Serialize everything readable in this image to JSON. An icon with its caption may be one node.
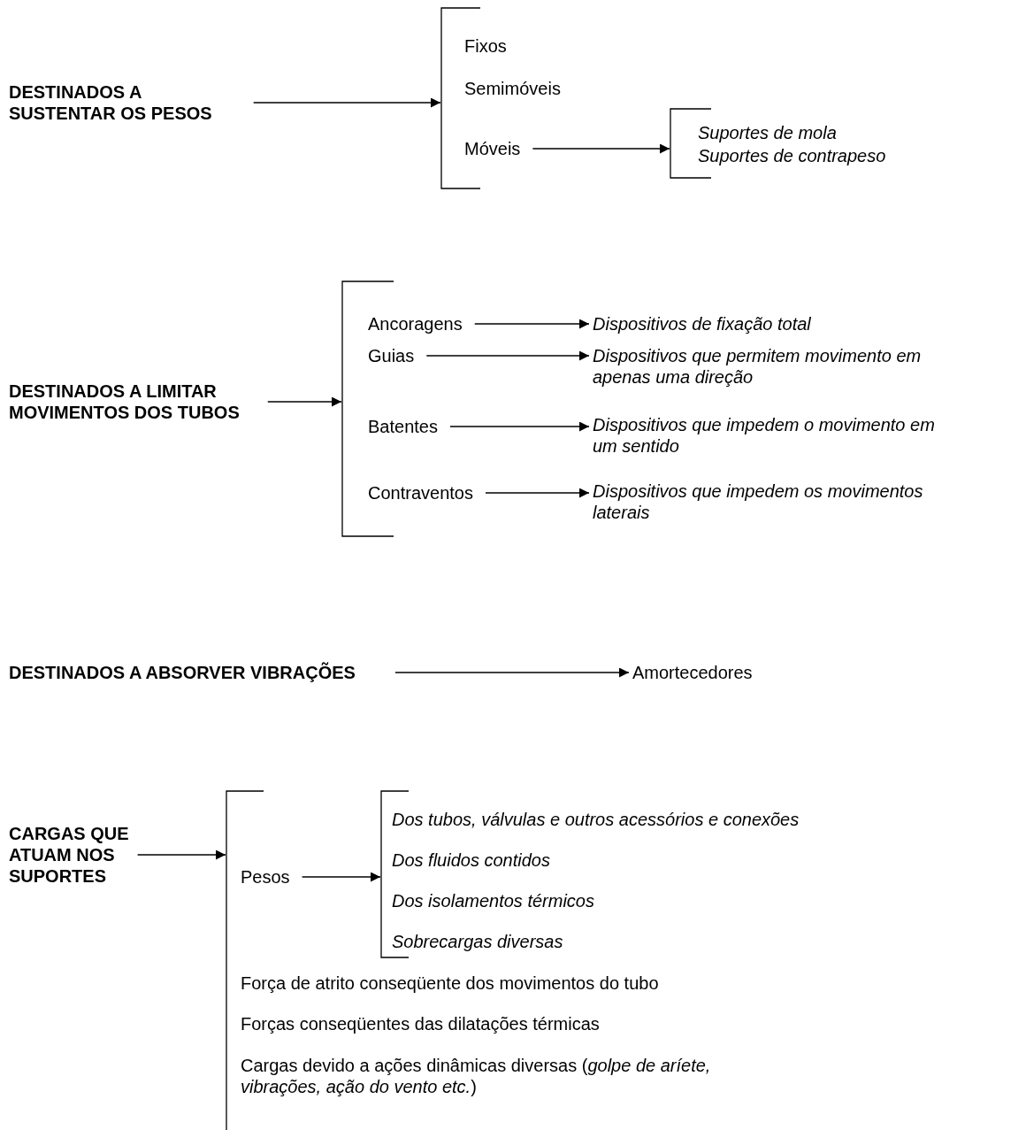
{
  "diagram": {
    "nodes": [
      {
        "text": [
          "DESTINADOS A SUSTENTAR OS PESOS"
        ]
      },
      {
        "text": [],
        "shape": "bracket"
      },
      {
        "text": [
          "Fixos"
        ],
        "in": 1
      },
      {
        "text": [
          "Semimóveis"
        ],
        "in": 1
      },
      {
        "text": [
          "Móveis"
        ],
        "in": 1
      },
      {
        "text": [],
        "shape": "bracket"
      },
      {
        "text": [
          "Suportes de mola"
        ],
        "in": 5
      },
      {
        "text": [
          "Suportes de contrapeso"
        ],
        "in": 5
      },
      {
        "text": [
          "DESTINADOS A LIMITAR MOVIMENTOS DOS TUBOS"
        ]
      },
      {
        "text": [],
        "shape": "bracket"
      },
      {
        "text": [
          "Ancoragens"
        ],
        "in": 9
      },
      {
        "text": [
          "Dispositivos de fixação total"
        ]
      },
      {
        "text": [
          "Guias"
        ],
        "in": 9
      },
      {
        "text": [
          "Dispositivos que permitem movimento em apenas uma direção"
        ]
      },
      {
        "text": [
          "Batentes"
        ],
        "in": 9
      },
      {
        "text": [
          "Dispositivos que impedem o movimento em um sentido"
        ]
      },
      {
        "text": [
          "Contraventos"
        ],
        "in": 9
      },
      {
        "text": [
          "Dispositivos que impedem os movimentos laterais"
        ]
      },
      {
        "text": [
          "DESTINADOS A ABSORVER VIBRAÇÕES"
        ]
      },
      {
        "text": [
          "Amortecedores"
        ]
      },
      {
        "text": [
          "CARGAS QUE ATUAM NOS SUPORTES"
        ]
      },
      {
        "text": [],
        "shape": "bracket"
      },
      {
        "text": [
          "Pesos"
        ],
        "in": 21
      },
      {
        "text": [],
        "shape": "bracket",
        "in": 21
      },
      {
        "text": [
          "Dos tubos, válvulas e outros acessórios e conexões"
        ],
        "in": 23
      },
      {
        "text": [
          "Dos fluidos contidos"
        ],
        "in": 23
      },
      {
        "text": [
          "Dos isolamentos térmicos"
        ],
        "in": 23
      },
      {
        "text": [
          "Sobrecargas diversas"
        ],
        "in": 23
      },
      {
        "text": [
          "Força de atrito conseqüente dos movimentos do tubo"
        ],
        "in": 21
      },
      {
        "text": [
          "Forças conseqüentes das dilatações térmicas"
        ],
        "in": 21
      },
      {
        "text": [
          "Cargas devido a ações dinâmicas diversas (*golpe de aríete, vibrações, ação do vento etc.*)"
        ],
        "in": 21
      }
    ],
    "edges": [
      {
        "from": 0,
        "to": 1,
        "arrow": "to"
      },
      {
        "from": 4,
        "to": 5,
        "arrow": "to"
      },
      {
        "from": 8,
        "to": 9,
        "arrow": "to"
      },
      {
        "from": 10,
        "to": 11,
        "arrow": "to"
      },
      {
        "from": 12,
        "to": 13,
        "arrow": "to"
      },
      {
        "from": 14,
        "to": 15,
        "arrow": "to"
      },
      {
        "from": 16,
        "to": 17,
        "arrow": "to"
      },
      {
        "from": 18,
        "to": 19,
        "arrow": "to"
      },
      {
        "from": 20,
        "to": 21,
        "arrow": "to"
      },
      {
        "from": 22,
        "to": 23,
        "arrow": "to"
      }
    ]
  }
}
